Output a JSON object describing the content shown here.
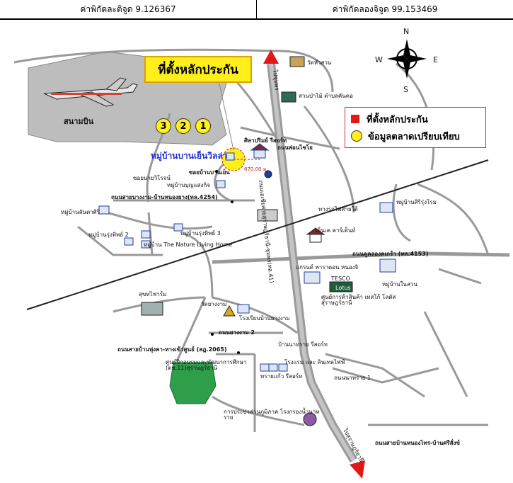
{
  "header": {
    "latitude": "ค่าพิกัดละติจูด 9.126367",
    "longitude": "ค่าพิกัดลองจิจูด 99.153469"
  },
  "callout": "ที่ตั้งหลักประกัน",
  "legend": {
    "collateral": "ที่ตั้งหลักประกัน",
    "comparables": "ข้อมูลตลาดเปรียบเทียบ",
    "collateral_color": "#e01818",
    "comparables_color": "#ffef1a"
  },
  "markers": [
    "3",
    "2",
    "1"
  ],
  "compass": {
    "n": "N",
    "s": "S",
    "e": "E",
    "w": "W"
  },
  "labels": {
    "airport": "สนามบิน",
    "village_main": "หมู่บ้านบานเย็นวิลล่า",
    "sila_resort": "ศิลาปริมย์ รีสอร์ท",
    "pawat": "ถนนพ่อนไชโย",
    "distance": "670.00 ม.",
    "soi_banyen": "ซอยบ้านบานเย็น",
    "soi_nai": "ซอยนายวิโรจน์",
    "village_boonsan": "หมู่บ้านบุญแสงกิจ",
    "road_4254": "ถนนสายบางงาม-บ้านหนองยาง(ทล.4254)",
    "village_lanrasi": "หมู่บ้านลันตาศิริ",
    "village_rungthip2": "หมู่บ้านรุ่งทิพย์ 2",
    "village_rungthip3": "หมู่บ้านรุ่งทิพย์ 3",
    "village_nature": "หมู่บ้าน The Nature Living Home",
    "village_sirirong": "หมู่บ้านสิริรุ่งโรม",
    "railway": "ทางรถไฟสายใต้",
    "carpenter": "เอ็นเค คาร์เต็นท์",
    "road_4153": "ถนนคูคลองคเกร้า (ทล.4153)",
    "grand_hotel": "แกรนด์ พาราดอน หนองจิ",
    "tesco": "TESCO",
    "lotus": "Lotus",
    "lotus_center": "ศูนย์การค้าสินค้า เทสโก้ โลตัส สุราษฎร์ธานี",
    "village_ban_suan": "หมู่บ้านในสวน",
    "sukhothai_farm": "สุขทไฟาร์ม",
    "wat_yang_ngam": "วัดยางงาม",
    "school_yang_ngam": "โรงเรียนบ้านยางงาม",
    "road_ngam2": "ถนนยางงาม 2",
    "road_2065": "ถนนสายบ้านทุ่งคา-ทางเข้าศูนย์ (สฎ.2065)",
    "ban_resort": "บ้านนาทราย รีสอร์ท",
    "training_center": "ศูนย์ฝึกอบรมและพัฒนาการศึกษา (ตช.11)สุราษฎร์ธานี",
    "hotel_line": "โรงแรม และ ลินเทลไฟฟ์",
    "rai_resort": "ทรายแก้ว รีสอร์ท",
    "road_rai1": "ถนนนาทราย 1",
    "power_authority": "การประปาส่วนภูมิภาค โรงกรองน้ำนาทราย",
    "road_south": "ถนนสายบ้านหนองไทร-บ้านศรีสั่งข์",
    "wat_hua_suan": "วัดหัวสวน",
    "wood_factory": "สวนป่าไม้ ตำบลคันคอ",
    "road_41": "ถนนเอเชียสายสุราษฎร์ธานี-ชุมพร(ทล.41)",
    "to_chumphon": "ไปชุมพร",
    "to_surat": "ไปสุราษฎร์ธานี"
  }
}
